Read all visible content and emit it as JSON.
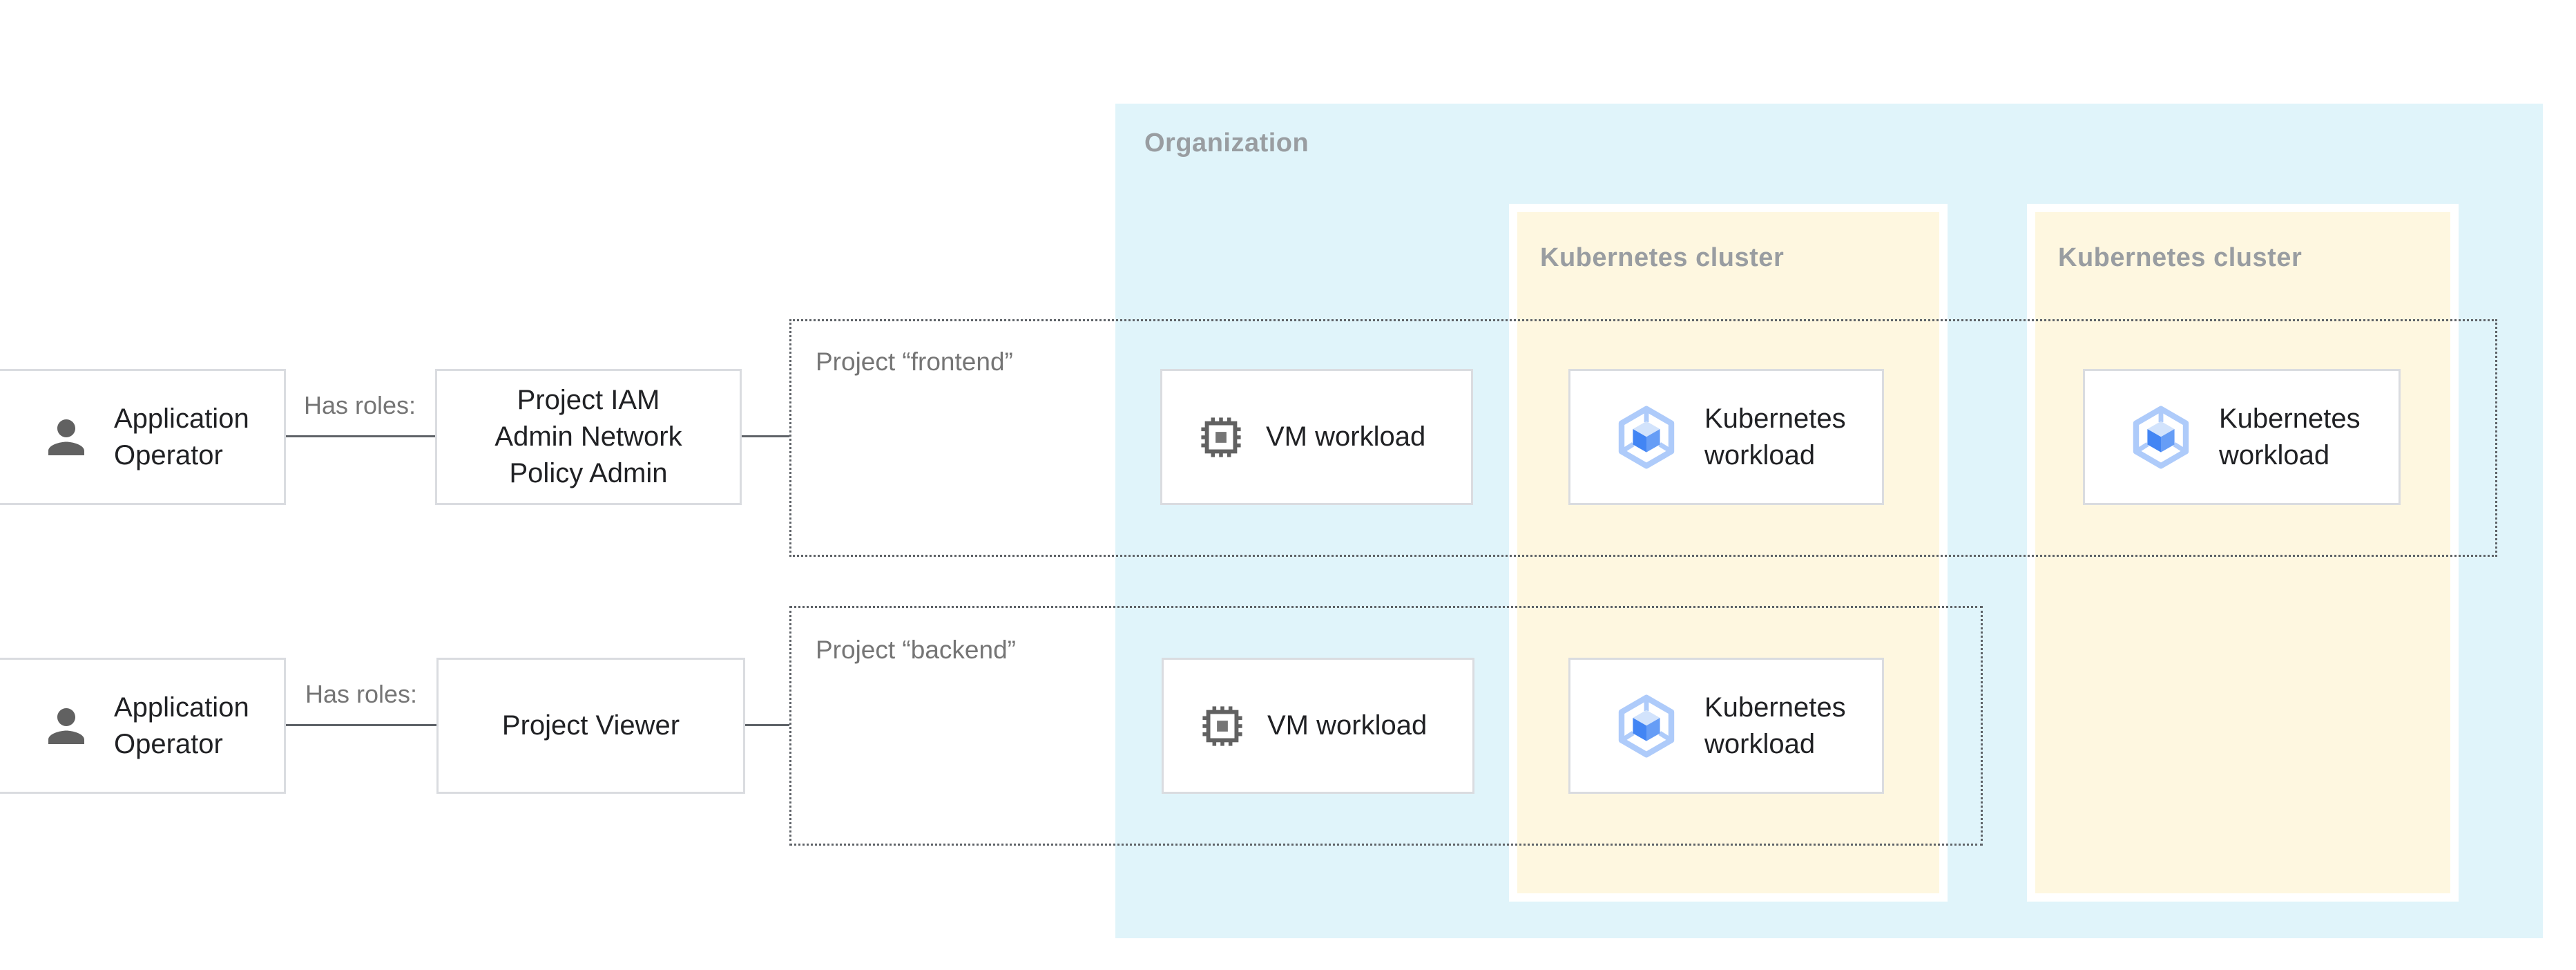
{
  "diagram": {
    "regions": {
      "organization": {
        "label": "Organization"
      },
      "cluster1": {
        "label": "Kubernetes cluster"
      },
      "cluster2": {
        "label": "Kubernetes cluster"
      },
      "project_frontend": {
        "label": "Project “frontend”"
      },
      "project_backend": {
        "label": "Project “backend”"
      }
    },
    "edges": {
      "has_roles_1": {
        "label": "Has roles:"
      },
      "has_roles_2": {
        "label": "Has roles:"
      }
    },
    "nodes": {
      "operator1": {
        "label": "Application\nOperator",
        "icon": "person-icon"
      },
      "role1": {
        "label": "Project IAM\nAdmin Network\nPolicy Admin"
      },
      "vm1": {
        "label": "VM workload",
        "icon": "cpu-chip-icon"
      },
      "k8s1": {
        "label": "Kubernetes\nworkload",
        "icon": "gke-hexagon-icon"
      },
      "k8s_right": {
        "label": "Kubernetes\nworkload",
        "icon": "gke-hexagon-icon"
      },
      "operator2": {
        "label": "Application\nOperator",
        "icon": "person-icon"
      },
      "role2": {
        "label": "Project Viewer"
      },
      "vm2": {
        "label": "VM workload",
        "icon": "cpu-chip-icon"
      },
      "k8s2": {
        "label": "Kubernetes\nworkload",
        "icon": "gke-hexagon-icon"
      }
    },
    "colors": {
      "organization_fill": "#e0f4fa",
      "cluster_fill": "#fef7e0",
      "cluster_border": "#ffffff",
      "node_border": "#dadce0",
      "dotted_border": "#5f6368",
      "edge_line": "#5f6368",
      "muted_label": "#757575",
      "region_label": "#999da1",
      "node_text": "#202124",
      "icon_gray": "#616161",
      "gke_hexagon": "#aecbfa",
      "gke_cube_top": "#d2e3fc",
      "gke_cube_left": "#4285f4",
      "gke_cube_right": "#669df6"
    }
  }
}
